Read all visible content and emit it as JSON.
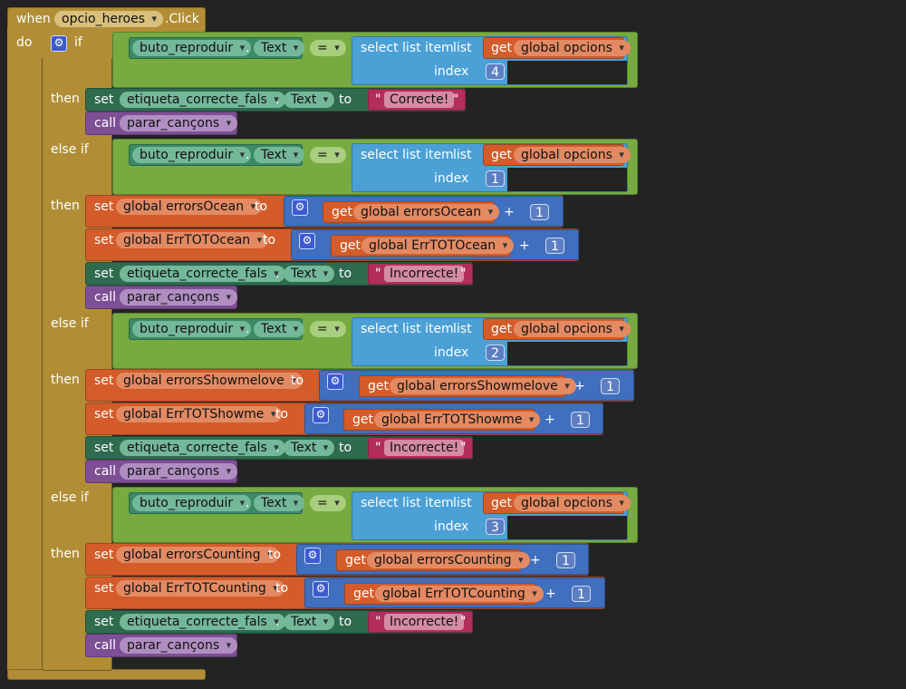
{
  "event": {
    "when": "when",
    "component": "opcio_heroes",
    "event": ".Click",
    "do": "do"
  },
  "keywords": {
    "if": "if",
    "then": "then",
    "else_if": "else if",
    "set": "set",
    "call": "call",
    "to": "to",
    "dot": ".",
    "eq": "=",
    "plus": "+",
    "get": "get",
    "select": "select list item",
    "list": "list",
    "index": "index",
    "quote": "\""
  },
  "components": {
    "button": "buto_reproduir",
    "label": "etiqueta_correcte_fals",
    "prop_text": "Text"
  },
  "globals": {
    "opcions": "global opcions",
    "errorsOcean": "global errorsOcean",
    "ErrTOTOcean": "global ErrTOTOcean",
    "errorsShowmelove": "global errorsShowmelove",
    "ErrTOTShowme": "global ErrTOTShowme",
    "errorsCounting": "global errorsCounting",
    "ErrTOTCounting": "global ErrTOTCounting"
  },
  "procedure": "parar_cançons",
  "strings": {
    "correct": "Correcte!",
    "incorrect": "Incorrecte!"
  },
  "indices": [
    "4",
    "1",
    "2",
    "3"
  ],
  "increment": "1",
  "icons": {
    "mutator": "gear-icon",
    "dropdown": "chevron-down-icon"
  }
}
